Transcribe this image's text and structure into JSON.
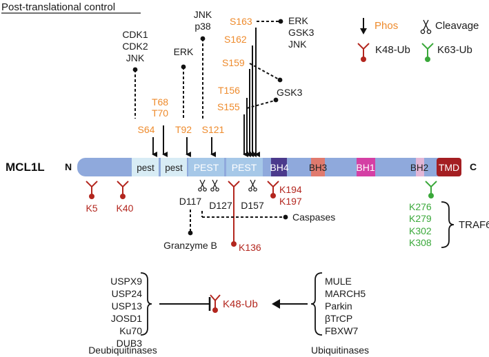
{
  "title": "Post-translational control",
  "legend": {
    "phos": "Phos",
    "cleavage": "Cleavage",
    "k48": "K48-Ub",
    "k63": "K63-Ub"
  },
  "protein": {
    "name": "MCL1L",
    "n_term": "N",
    "c_term": "C",
    "domains": [
      "pest",
      "pest",
      "PEST",
      "PEST",
      "BH4",
      "BH3",
      "BH1",
      "BH2",
      "TMD"
    ]
  },
  "phos_sites": [
    "S64",
    "T68",
    "T70",
    "T92",
    "S121",
    "S155",
    "T156",
    "S159",
    "S162",
    "S163"
  ],
  "kinases": {
    "s64": [
      "CDK1",
      "CDK2",
      "JNK"
    ],
    "t92": [
      "ERK"
    ],
    "s121": [
      "JNK",
      "p38"
    ],
    "gsk3": [
      "GSK3"
    ],
    "s163": [
      "ERK",
      "GSK3",
      "JNK"
    ]
  },
  "cleavage_sites": [
    "D117",
    "D127",
    "D157"
  ],
  "proteases": {
    "granzyme": "Granzyme B",
    "caspases": "Caspases"
  },
  "k48_sites": {
    "k5": "K5",
    "k40": "K40",
    "k136": "K136",
    "k194_k197": [
      "K194",
      "K197"
    ]
  },
  "k63_sites": [
    "K276",
    "K279",
    "K302",
    "K308"
  ],
  "traf6": "TRAF6",
  "center_label": "K48-Ub",
  "deubiquitinases": {
    "items": [
      "USPX9",
      "USP24",
      "USP13",
      "JOSD1",
      "Ku70",
      "DUB3"
    ],
    "label": "Deubiquitinases"
  },
  "ubiquitinases": {
    "items": [
      "MULE",
      "MARCH5",
      "Parkin",
      "βTrCP",
      "FBXW7"
    ],
    "label": "Ubiquitinases"
  },
  "colors": {
    "phos_label": "#ee8a2b",
    "k48": "#b3261e",
    "k63": "#3aa83a",
    "backbone": "#8fa9dc",
    "pest": "#d8ecf5",
    "pest_caps": "#a6c8e8",
    "bh4": "#4b3a8c",
    "bh3": "#e07a6e",
    "bh1": "#d43fa4",
    "bh2": "#e3b6d6",
    "tmd": "#a41e22"
  }
}
